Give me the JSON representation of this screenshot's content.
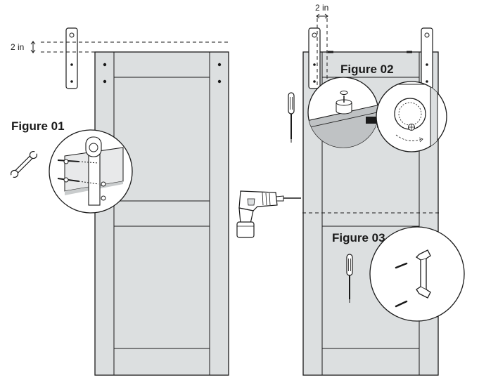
{
  "annotations": {
    "top_offset": "2 in",
    "side_offset": "2 in"
  },
  "figures": {
    "fig1": "Figure 01",
    "fig2": "Figure 02",
    "fig3": "Figure 03"
  },
  "icons": [
    "wrench-icon",
    "screwdriver-icon",
    "drill-icon",
    "hanger-icon",
    "handle-icon",
    "arrow-icon"
  ],
  "colors": {
    "door_fill": "#dcdfe0",
    "line": "#1a1a1a",
    "paper": "#ffffff"
  }
}
